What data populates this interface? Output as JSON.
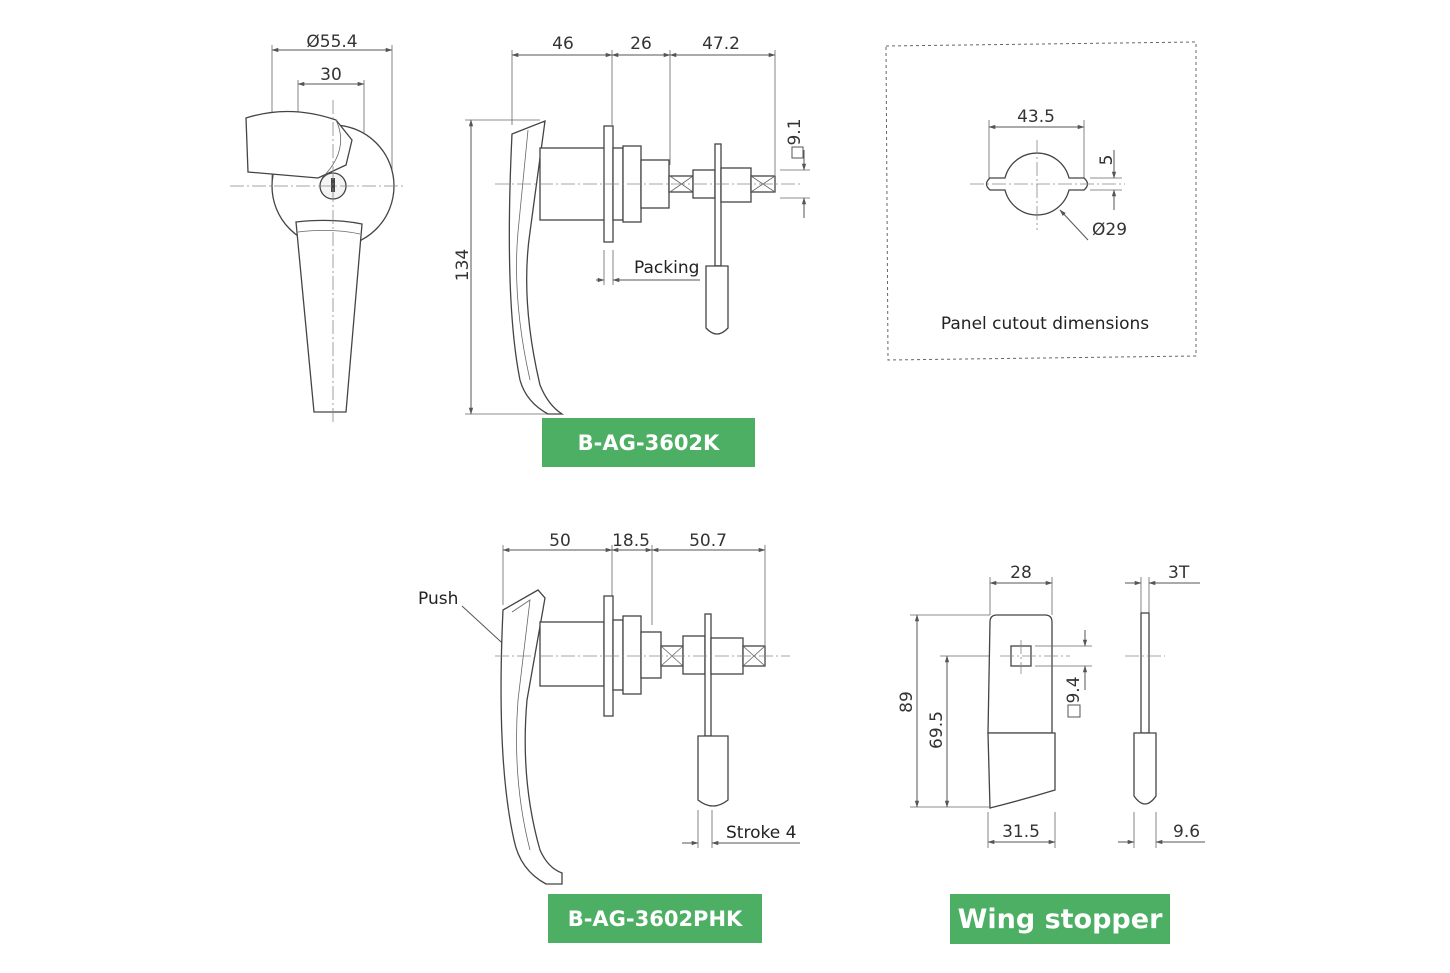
{
  "views": {
    "front": {
      "dim_outer": "Ø55.4",
      "dim_inner": "30"
    },
    "side_k": {
      "dim_a": "46",
      "dim_b": "26",
      "dim_c": "47.2",
      "dim_height": "134",
      "dim_square": "9.1",
      "packing_label": "Packing"
    },
    "cutout": {
      "dim_width": "43.5",
      "dim_slot": "5",
      "dim_diameter": "Ø29",
      "caption": "Panel cutout dimensions"
    },
    "side_phk": {
      "dim_a": "50",
      "dim_b": "18.5",
      "dim_c": "50.7",
      "push_label": "Push",
      "stroke_label": "Stroke 4"
    },
    "wing": {
      "dim_top": "28",
      "dim_thickness": "3T",
      "dim_height": "89",
      "dim_hole": "69.5",
      "dim_square": "9.4",
      "dim_bottom": "31.5",
      "dim_tip": "9.6"
    }
  },
  "badges": {
    "model_k": "B-AG-3602K",
    "model_phk": "B-AG-3602PHK",
    "wing_stopper": "Wing stopper"
  },
  "colors": {
    "badge_green": "#4caf64"
  }
}
